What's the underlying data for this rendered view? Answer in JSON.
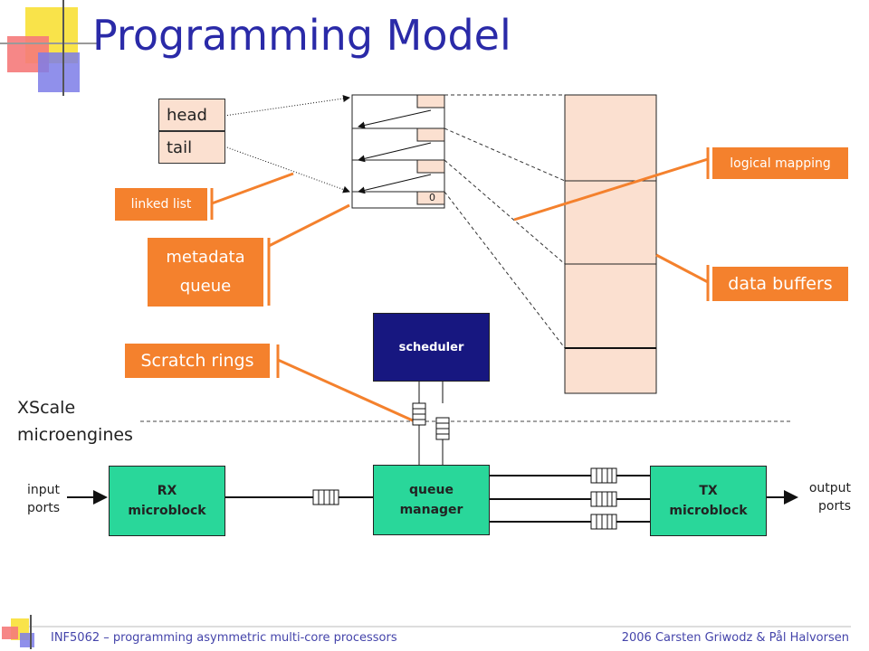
{
  "title": "Programming Model",
  "linked_list": {
    "head": "head",
    "tail": "tail"
  },
  "metadata_slot_last": "0",
  "callouts": {
    "linked_list": "linked list",
    "metadata_queue": [
      "metadata",
      "queue"
    ],
    "logical_mapping": "logical mapping",
    "data_buffers": "data buffers",
    "scratch_rings": "Scratch rings"
  },
  "boxes": {
    "scheduler": "scheduler",
    "rx": "RX\nmicroblock",
    "queue_manager": "queue\nmanager",
    "tx": "TX\nmicroblock"
  },
  "labels": {
    "xscale": "XScale",
    "microengines": "microengines",
    "input_ports": "input\nports",
    "output_ports": "output\nports"
  },
  "footer": {
    "left": "INF5062 – programming asymmetric multi-core processors",
    "right": "2006 Carsten Griwodz & Pål Halvorsen"
  },
  "colors": {
    "title": "#2a2aa8",
    "callout": "#f4812d",
    "peach": "#fbe0d0",
    "green": "#29d79a",
    "navy": "#171780",
    "footer": "#4444aa"
  }
}
